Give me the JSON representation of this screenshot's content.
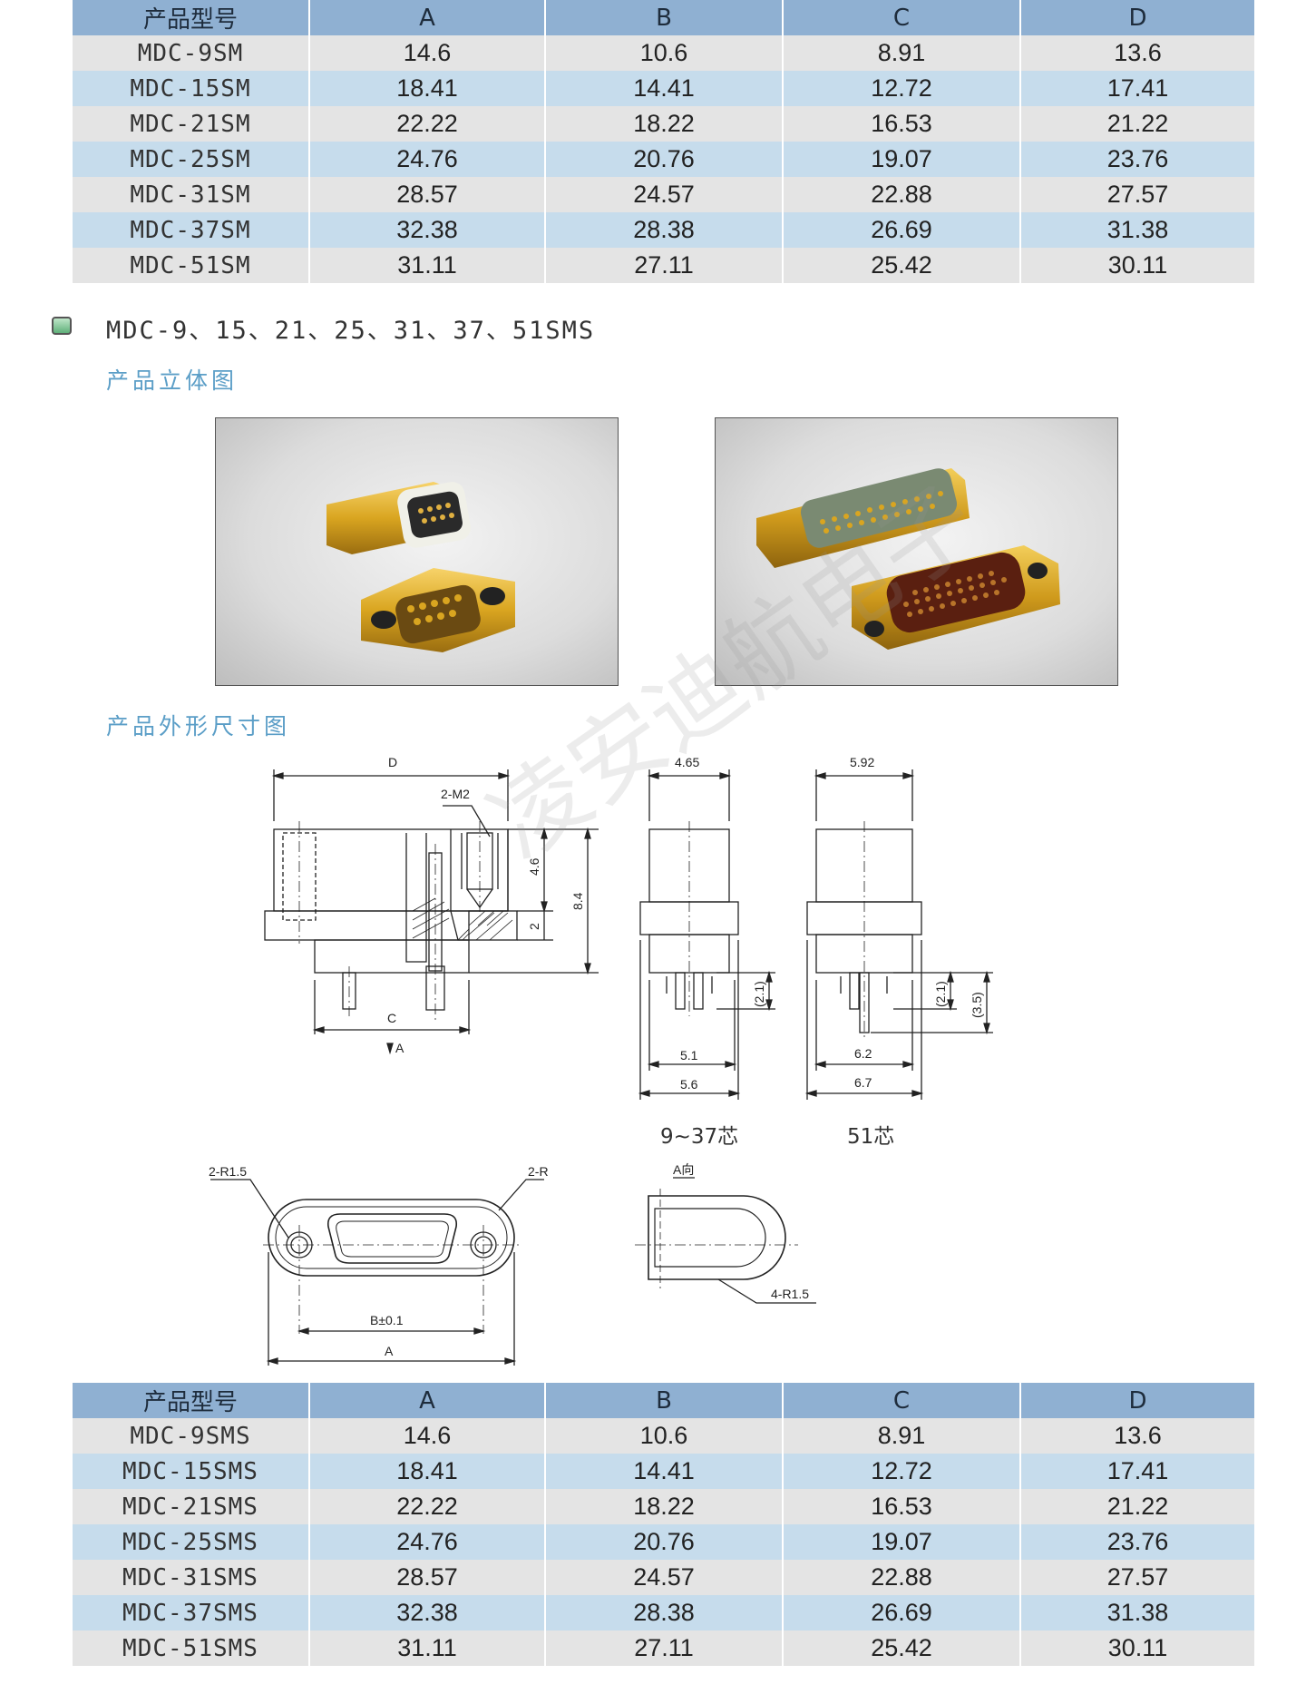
{
  "tables": {
    "top": {
      "headers": [
        "产品型号",
        "A",
        "B",
        "C",
        "D"
      ],
      "rows": [
        [
          "MDC-9SM",
          "14.6",
          "10.6",
          "8.91",
          "13.6"
        ],
        [
          "MDC-15SM",
          "18.41",
          "14.41",
          "12.72",
          "17.41"
        ],
        [
          "MDC-21SM",
          "22.22",
          "18.22",
          "16.53",
          "21.22"
        ],
        [
          "MDC-25SM",
          "24.76",
          "20.76",
          "19.07",
          "23.76"
        ],
        [
          "MDC-31SM",
          "28.57",
          "24.57",
          "22.88",
          "27.57"
        ],
        [
          "MDC-37SM",
          "32.38",
          "28.38",
          "26.69",
          "31.38"
        ],
        [
          "MDC-51SM",
          "31.11",
          "27.11",
          "25.42",
          "30.11"
        ]
      ]
    },
    "bottom": {
      "headers": [
        "产品型号",
        "A",
        "B",
        "C",
        "D"
      ],
      "rows": [
        [
          "MDC-9SMS",
          "14.6",
          "10.6",
          "8.91",
          "13.6"
        ],
        [
          "MDC-15SMS",
          "18.41",
          "14.41",
          "12.72",
          "17.41"
        ],
        [
          "MDC-21SMS",
          "22.22",
          "18.22",
          "16.53",
          "21.22"
        ],
        [
          "MDC-25SMS",
          "24.76",
          "20.76",
          "19.07",
          "23.76"
        ],
        [
          "MDC-31SMS",
          "28.57",
          "24.57",
          "22.88",
          "27.57"
        ],
        [
          "MDC-37SMS",
          "32.38",
          "28.38",
          "26.69",
          "31.38"
        ],
        [
          "MDC-51SMS",
          "31.11",
          "27.11",
          "25.42",
          "30.11"
        ]
      ]
    }
  },
  "section": {
    "title": "MDC-9、15、21、25、31、37、51SMS",
    "heading_3d": "产品立体图",
    "heading_dims": "产品外形尺寸图"
  },
  "drawing": {
    "labels": {
      "D": "D",
      "m2": "2-M2",
      "h46": "4.6",
      "h84": "8.4",
      "h2": "2",
      "C": "C",
      "view_a": "A",
      "w465": "4.65",
      "w592": "5.92",
      "p21a": "(2.1)",
      "p21b": "(2.1)",
      "p35": "(3.5)",
      "w51": "5.1",
      "w56": "5.6",
      "w62": "6.2",
      "w67": "6.7",
      "r15": "2-R1.5",
      "r2": "2-R",
      "b01": "B±0.1",
      "A": "A",
      "a_dir": "A向",
      "r415": "4-R1.5"
    },
    "captions": {
      "c937": "9~37芯",
      "c51": "51芯"
    }
  },
  "watermark": "凌安迪航电子",
  "colors": {
    "header_bg": "#8fb0d2",
    "row_gray": "#e4e4e4",
    "row_blue": "#c6dcec",
    "heading_blue": "#5b9ec7",
    "gold": "#d9a520"
  }
}
